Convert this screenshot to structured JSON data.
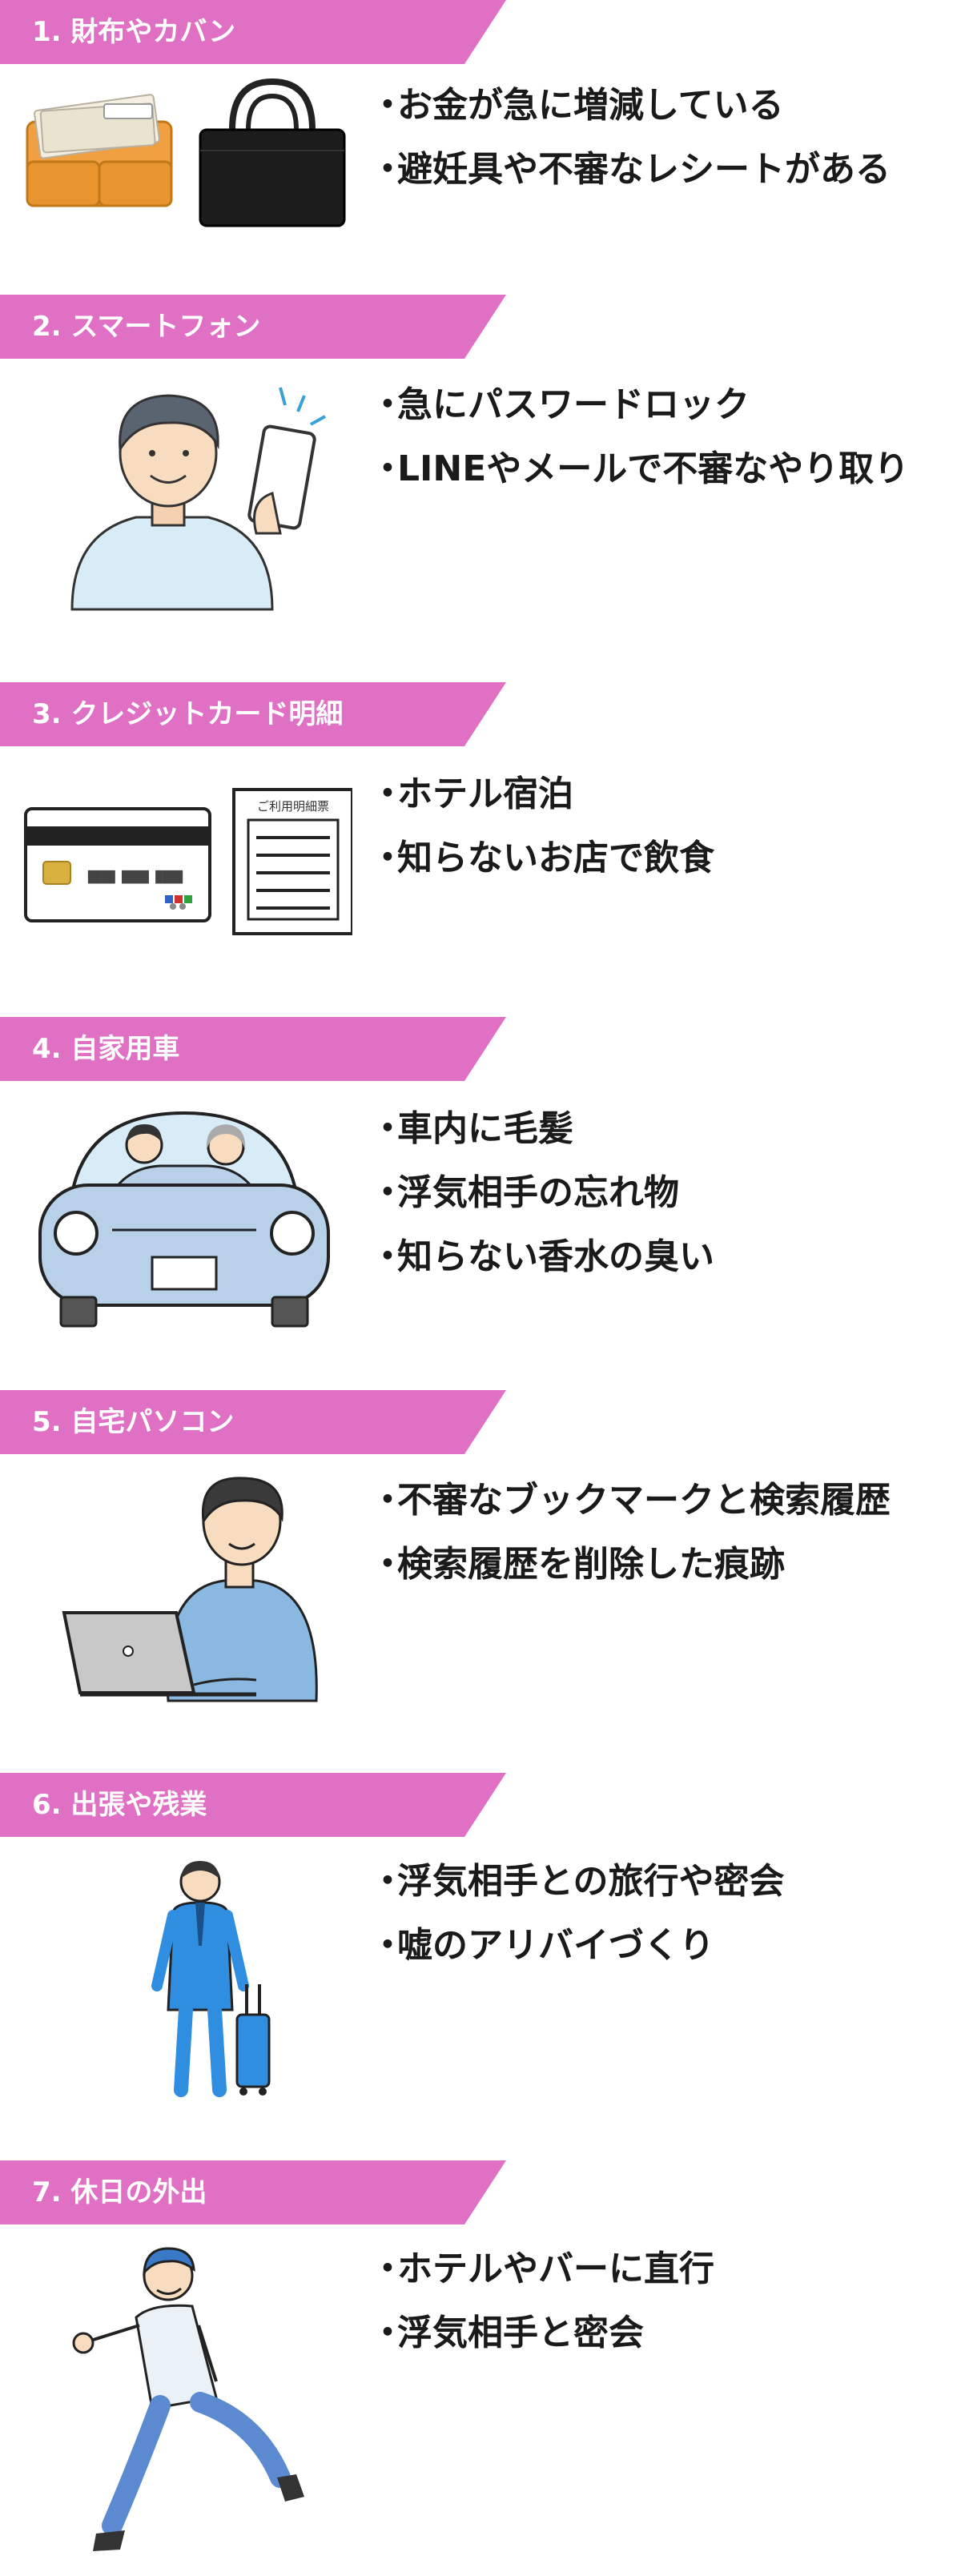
{
  "colors": {
    "banner": "#e070c4",
    "text": "#1a1a1a"
  },
  "sections": [
    {
      "title": "1. 財布やカバン",
      "items": [
        "お金が急に増減している",
        "避妊具や不審なレシートがある"
      ]
    },
    {
      "title": "2. スマートフォン",
      "items": [
        "急にパスワードロック",
        "LINEやメールで不審なやり取り"
      ]
    },
    {
      "title": "3. クレジットカード明細",
      "card_label": "ご利用明細票",
      "items": [
        "ホテル宿泊",
        "知らないお店で飲食"
      ]
    },
    {
      "title": "4. 自家用車",
      "items": [
        "車内に毛髪",
        "浮気相手の忘れ物",
        "知らない香水の臭い"
      ]
    },
    {
      "title": "5. 自宅パソコン",
      "items": [
        "不審なブックマークと検索履歴",
        "検索履歴を削除した痕跡"
      ]
    },
    {
      "title": "6. 出張や残業",
      "items": [
        "浮気相手との旅行や密会",
        "嘘のアリバイづくり"
      ]
    },
    {
      "title": "7. 休日の外出",
      "items": [
        "ホテルやバーに直行",
        "浮気相手と密会"
      ]
    }
  ]
}
